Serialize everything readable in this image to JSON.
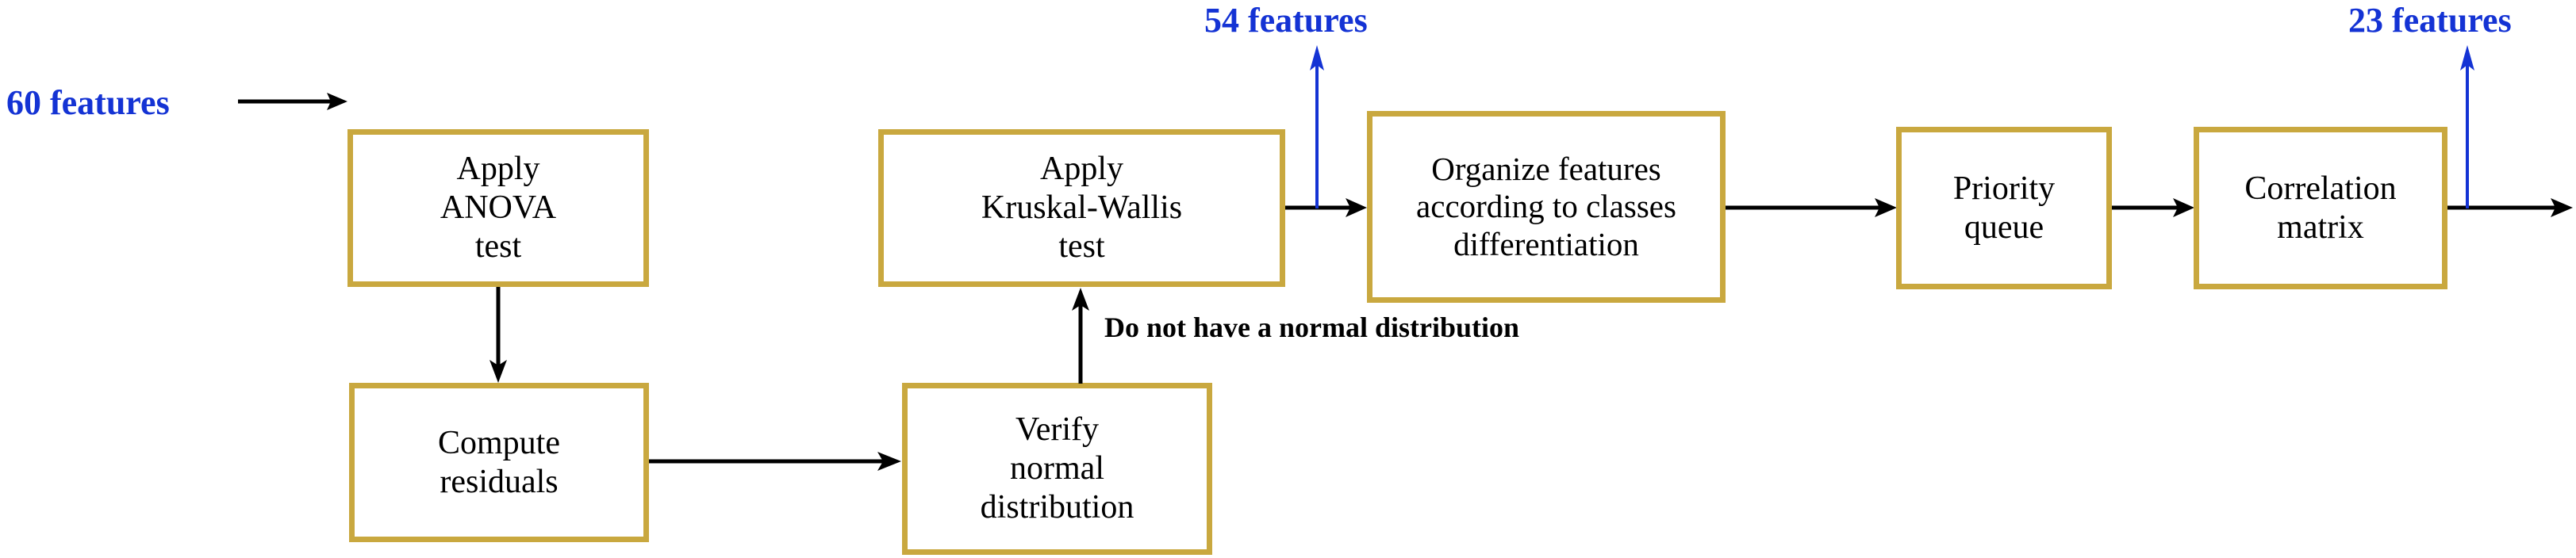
{
  "diagram": {
    "title": "Feature selection pipeline flowchart",
    "colors": {
      "box_border": "#c9a83f",
      "box_fill": "#ffffff",
      "arrow_black": "#000000",
      "feature_label_blue": "#1433d4",
      "background": "#ffffff"
    },
    "boxes": [
      {
        "id": "apply-anova",
        "label": "Apply\nANOVA\ntest"
      },
      {
        "id": "compute-residuals",
        "label": "Compute\nresiduals"
      },
      {
        "id": "verify-normal-distribution",
        "label": "Verify\nnormal\ndistribution"
      },
      {
        "id": "apply-kruskal-wallis",
        "label": "Apply\nKruskal-Wallis\ntest"
      },
      {
        "id": "organize-features",
        "label": "Organize features\naccording to classes\ndifferentiation"
      },
      {
        "id": "priority-queue",
        "label": "Priority\nqueue"
      },
      {
        "id": "correlation-matrix",
        "label": "Correlation\nmatrix"
      }
    ],
    "labels": {
      "input_features": "60 features",
      "after_kruskal_features": "54 features",
      "final_features": "23 features",
      "non_normal_note": "Do not have a normal distribution"
    }
  }
}
